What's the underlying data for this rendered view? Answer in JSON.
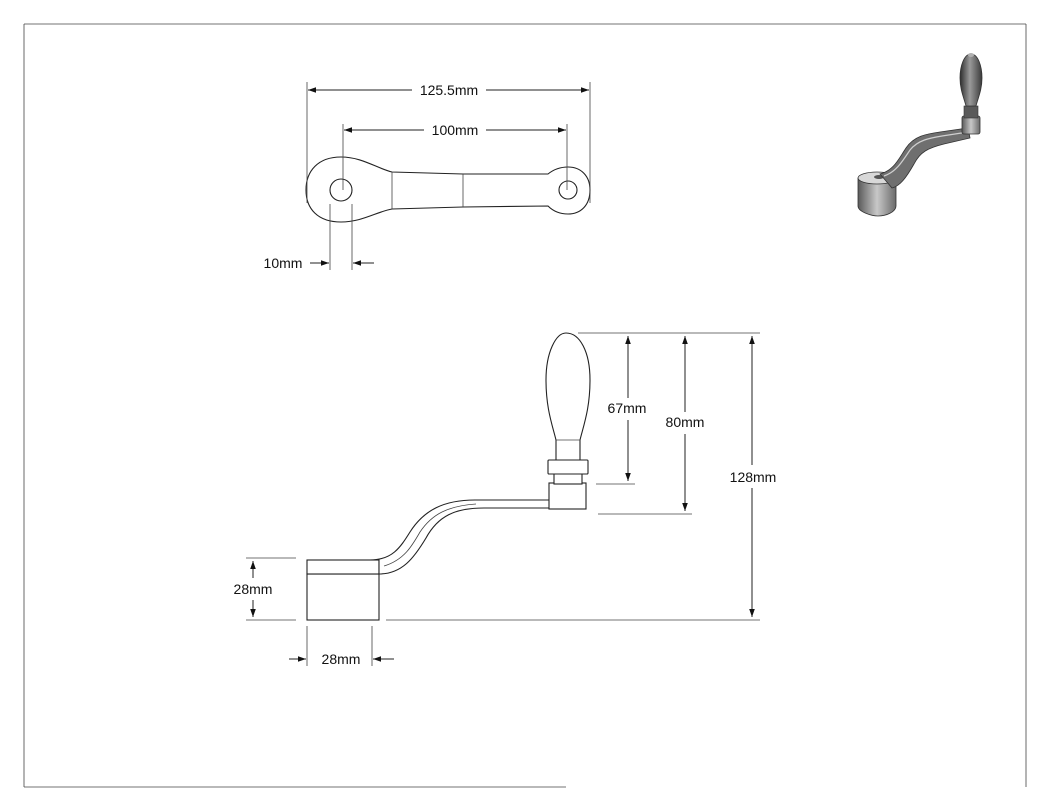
{
  "dimensions": {
    "top_overall": "125.5mm",
    "top_center": "100mm",
    "top_hole": "10mm",
    "side_67": "67mm",
    "side_80": "80mm",
    "side_128": "128mm",
    "side_height": "28mm",
    "side_width": "28mm"
  },
  "colors": {
    "line": "#222222",
    "iso_dark": "#3a3a3a",
    "iso_mid": "#8a8a8a",
    "iso_light": "#d6d6d6"
  }
}
